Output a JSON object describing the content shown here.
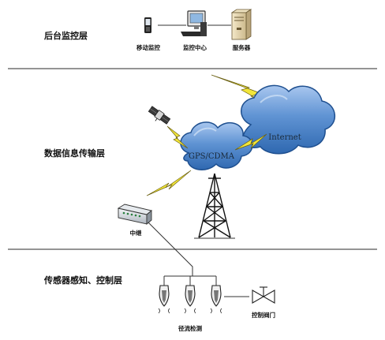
{
  "layers": {
    "backend": "后台监控层",
    "transmission": "数据信息传输层",
    "sensing": "传感器感知、控制层"
  },
  "nodes": {
    "mobile": "移动监控",
    "monitor_center": "监控中心",
    "server": "服务器",
    "relay": "中继",
    "runoff": "径流检测",
    "valve": "控制阀门"
  },
  "clouds": {
    "gps": "GPS/CDMA",
    "internet": "Internet"
  },
  "colors": {
    "divider": "#555555",
    "cloud_fill": "#5b8fcf",
    "cloud_stroke": "#1e4f8f",
    "lightning": "#f2e63a",
    "tower": "#111111",
    "wire": "#333333"
  }
}
